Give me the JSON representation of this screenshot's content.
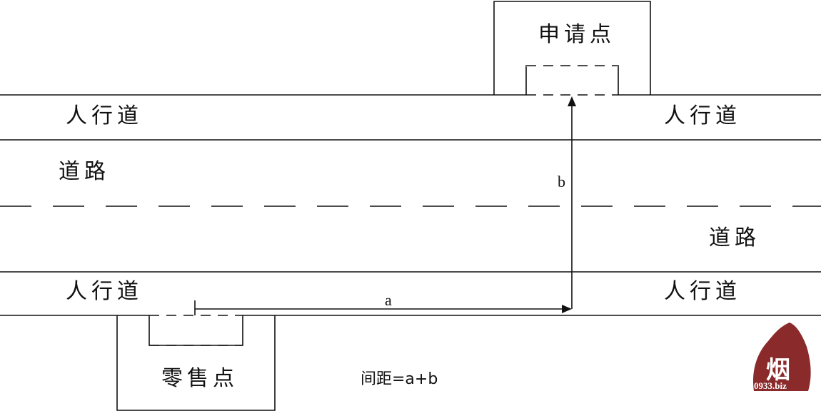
{
  "labels": {
    "applicant_point": "申请点",
    "retail_point": "零售点",
    "sidewalk_top_left": "人行道",
    "sidewalk_top_right": "人行道",
    "sidewalk_bottom_left": "人行道",
    "sidewalk_bottom_right": "人行道",
    "road_upper": "道路",
    "road_lower": "道路",
    "distance_a": "a",
    "distance_b": "b",
    "formula": "间距=a+b"
  },
  "watermark": {
    "glyph": "烟",
    "url": "0933.biz"
  },
  "colors": {
    "line": "#111111",
    "watermark": "#8b2a2a"
  }
}
